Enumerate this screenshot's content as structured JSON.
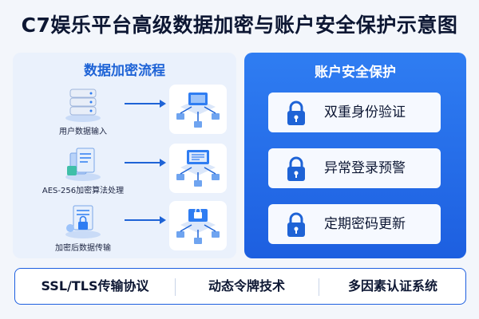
{
  "title": "C7娱乐平台高级数据加密与账户安全保护示意图",
  "encryption_flow": {
    "title": "数据加密流程",
    "steps": [
      {
        "label": "用户数据输入",
        "icon": "database-server-icon"
      },
      {
        "label": "AES-256加密算法处理",
        "icon": "document-stack-icon"
      },
      {
        "label": "加密后数据传输",
        "icon": "lock-document-icon"
      }
    ]
  },
  "account_security": {
    "title": "账户安全保护",
    "items": [
      {
        "label": "双重身份验证",
        "icon": "padlock-icon"
      },
      {
        "label": "异常登录预警",
        "icon": "padlock-icon"
      },
      {
        "label": "定期密码更新",
        "icon": "padlock-icon"
      }
    ]
  },
  "technologies": [
    "SSL/TLS传输协议",
    "动态令牌技术",
    "多因素认证系统"
  ],
  "colors": {
    "accent": "#1e63d6",
    "panel_blue": "#2f7df2",
    "light_panel": "#eaf1fc",
    "text_dark": "#0d1733"
  }
}
